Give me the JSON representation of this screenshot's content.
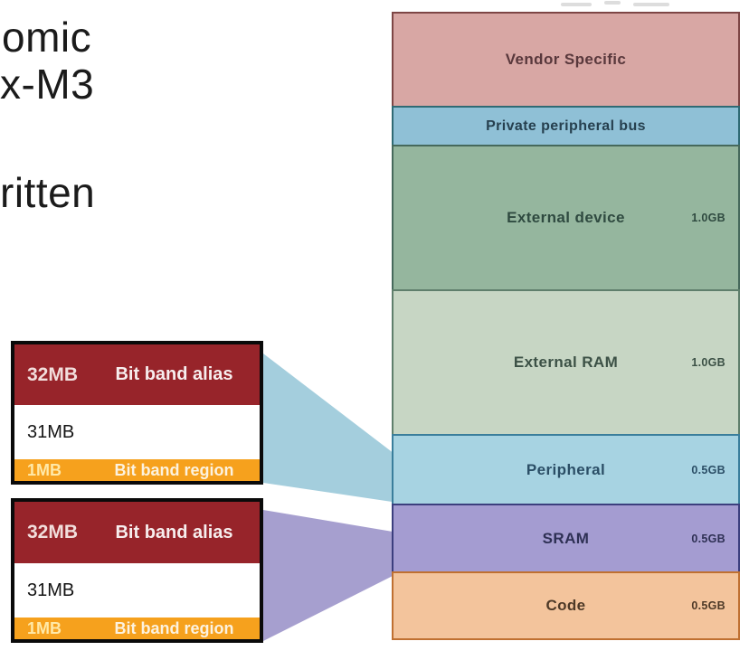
{
  "cropped_slide_text": {
    "line1": "omic",
    "line2": "x-M3",
    "line3": "ritten"
  },
  "memory_map": {
    "sections": [
      {
        "label": "Vendor Specific",
        "size": ""
      },
      {
        "label": "Private peripheral bus",
        "size": ""
      },
      {
        "label": "External device",
        "size": "1.0GB"
      },
      {
        "label": "External RAM",
        "size": "1.0GB"
      },
      {
        "label": "Peripheral",
        "size": "0.5GB"
      },
      {
        "label": "SRAM",
        "size": "0.5GB"
      },
      {
        "label": "Code",
        "size": "0.5GB"
      }
    ]
  },
  "bit_band_boxes": [
    {
      "bands": [
        {
          "size_label": "32MB",
          "name_label": "Bit band alias"
        },
        {
          "size_label": "31MB",
          "name_label": ""
        },
        {
          "size_label": "1MB",
          "name_label": "Bit band region"
        }
      ]
    },
    {
      "bands": [
        {
          "size_label": "32MB",
          "name_label": "Bit band alias"
        },
        {
          "size_label": "31MB",
          "name_label": ""
        },
        {
          "size_label": "1MB",
          "name_label": "Bit band region"
        }
      ]
    }
  ],
  "connectors": [
    {
      "from": "bit-band-box-top",
      "to": "Peripheral",
      "color": "#a4cedd"
    },
    {
      "from": "bit-band-box-bottom",
      "to": "SRAM",
      "color": "#a69fcf"
    }
  ],
  "colors": {
    "vendor-fill": "#d8a7a4",
    "vendor-border": "#7d4645",
    "vendor-label": "#59383c",
    "ppb-fill": "#8fc0d6",
    "ppb-border": "#2f6a74",
    "ppb-label": "#26404f",
    "extdev-fill": "#95b69e",
    "extdev-border": "#46695c",
    "extdev-label": "#2f4a40",
    "extram-fill": "#c7d6c4",
    "extram-border": "#5f7f6c",
    "extram-label": "#3c5146",
    "periph-fill": "#a7d3e2",
    "periph-border": "#3a7e9c",
    "periph-label": "#2b4e66",
    "sram-fill": "#a49cd1",
    "sram-border": "#3c3f7e",
    "sram-label": "#2e3054",
    "code-fill": "#f3c49c",
    "code-border": "#bf7031",
    "code-label": "#4e3a28",
    "band-red": "#97242a",
    "band-orange": "#f6a11d",
    "conn-blue": "#a4cedd",
    "conn-purple": "#a69fcf"
  }
}
